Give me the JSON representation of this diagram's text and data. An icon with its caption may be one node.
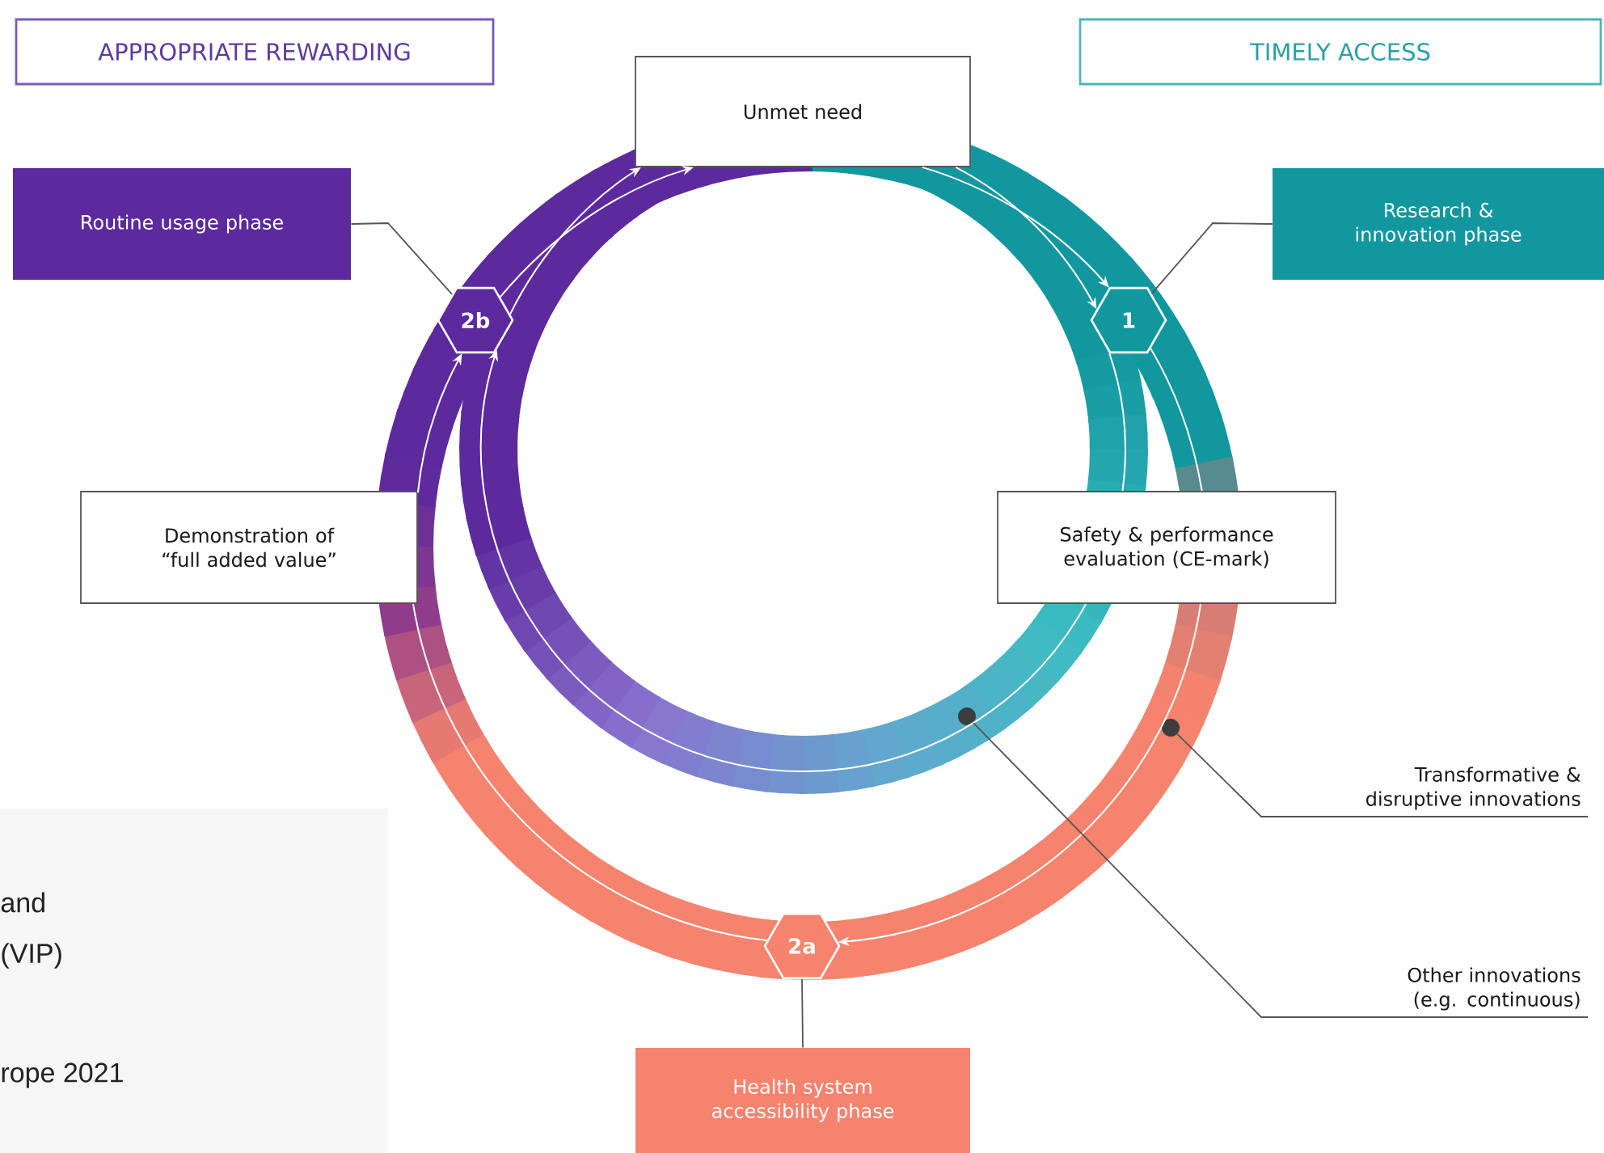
{
  "diagram": {
    "nodes": [
      {
        "text": [
          "APPROPRIATE REWARDING"
        ]
      },
      {
        "text": [
          "TIMELY ACCESS"
        ]
      },
      {
        "text": [
          "Unmet need"
        ]
      },
      {
        "text": [
          "Routine usage phase"
        ]
      },
      {
        "text": [
          "Research & innovation phase"
        ]
      },
      {
        "text": [
          "2b"
        ]
      },
      {
        "text": [
          "1"
        ]
      },
      {
        "text": [
          "Demonstration of “full added value”"
        ]
      },
      {
        "text": [
          "Safety & performance evaluation (CE-mark)"
        ]
      },
      {
        "text": [
          "2a"
        ]
      },
      {
        "text": [
          "Health system accessibility phase"
        ]
      },
      {
        "text": [
          "Transformative & disruptive innovations"
        ]
      },
      {
        "text": [
          "Other innovations (e.g. continuous)"
        ]
      },
      {
        "text": [],
        "shape": "circle"
      },
      {
        "text": [],
        "shape": "circle"
      }
    ],
    "edges": [
      {
        "from": 5,
        "to": 2,
        "arrow": "to"
      },
      {
        "from": 5,
        "to": 2,
        "arrow": "to"
      },
      {
        "from": 2,
        "to": 6,
        "arrow": "to"
      },
      {
        "from": 2,
        "to": 6,
        "arrow": "to"
      },
      {
        "from": 6,
        "to": 8,
        "arrow": "none"
      },
      {
        "from": 6,
        "to": 8,
        "arrow": "none"
      },
      {
        "from": 8,
        "to": 9,
        "arrow": "to"
      },
      {
        "from": 9,
        "to": 7,
        "arrow": "none"
      },
      {
        "from": 7,
        "to": 5,
        "arrow": "to"
      },
      {
        "from": 8,
        "to": 5,
        "arrow": "to"
      },
      {
        "from": 3,
        "to": 5,
        "arrow": "none",
        "color": "#555555"
      },
      {
        "from": 4,
        "to": 6,
        "arrow": "none",
        "color": "#555555"
      },
      {
        "from": 9,
        "to": 10,
        "arrow": "none",
        "color": "#555555"
      },
      {
        "from": 11,
        "to": 13,
        "arrow": "none",
        "color": "#555555"
      },
      {
        "from": 12,
        "to": 14,
        "arrow": "none",
        "color": "#555555"
      }
    ],
    "labels": [
      "and",
      "(VIP)",
      "rope 2021"
    ]
  }
}
